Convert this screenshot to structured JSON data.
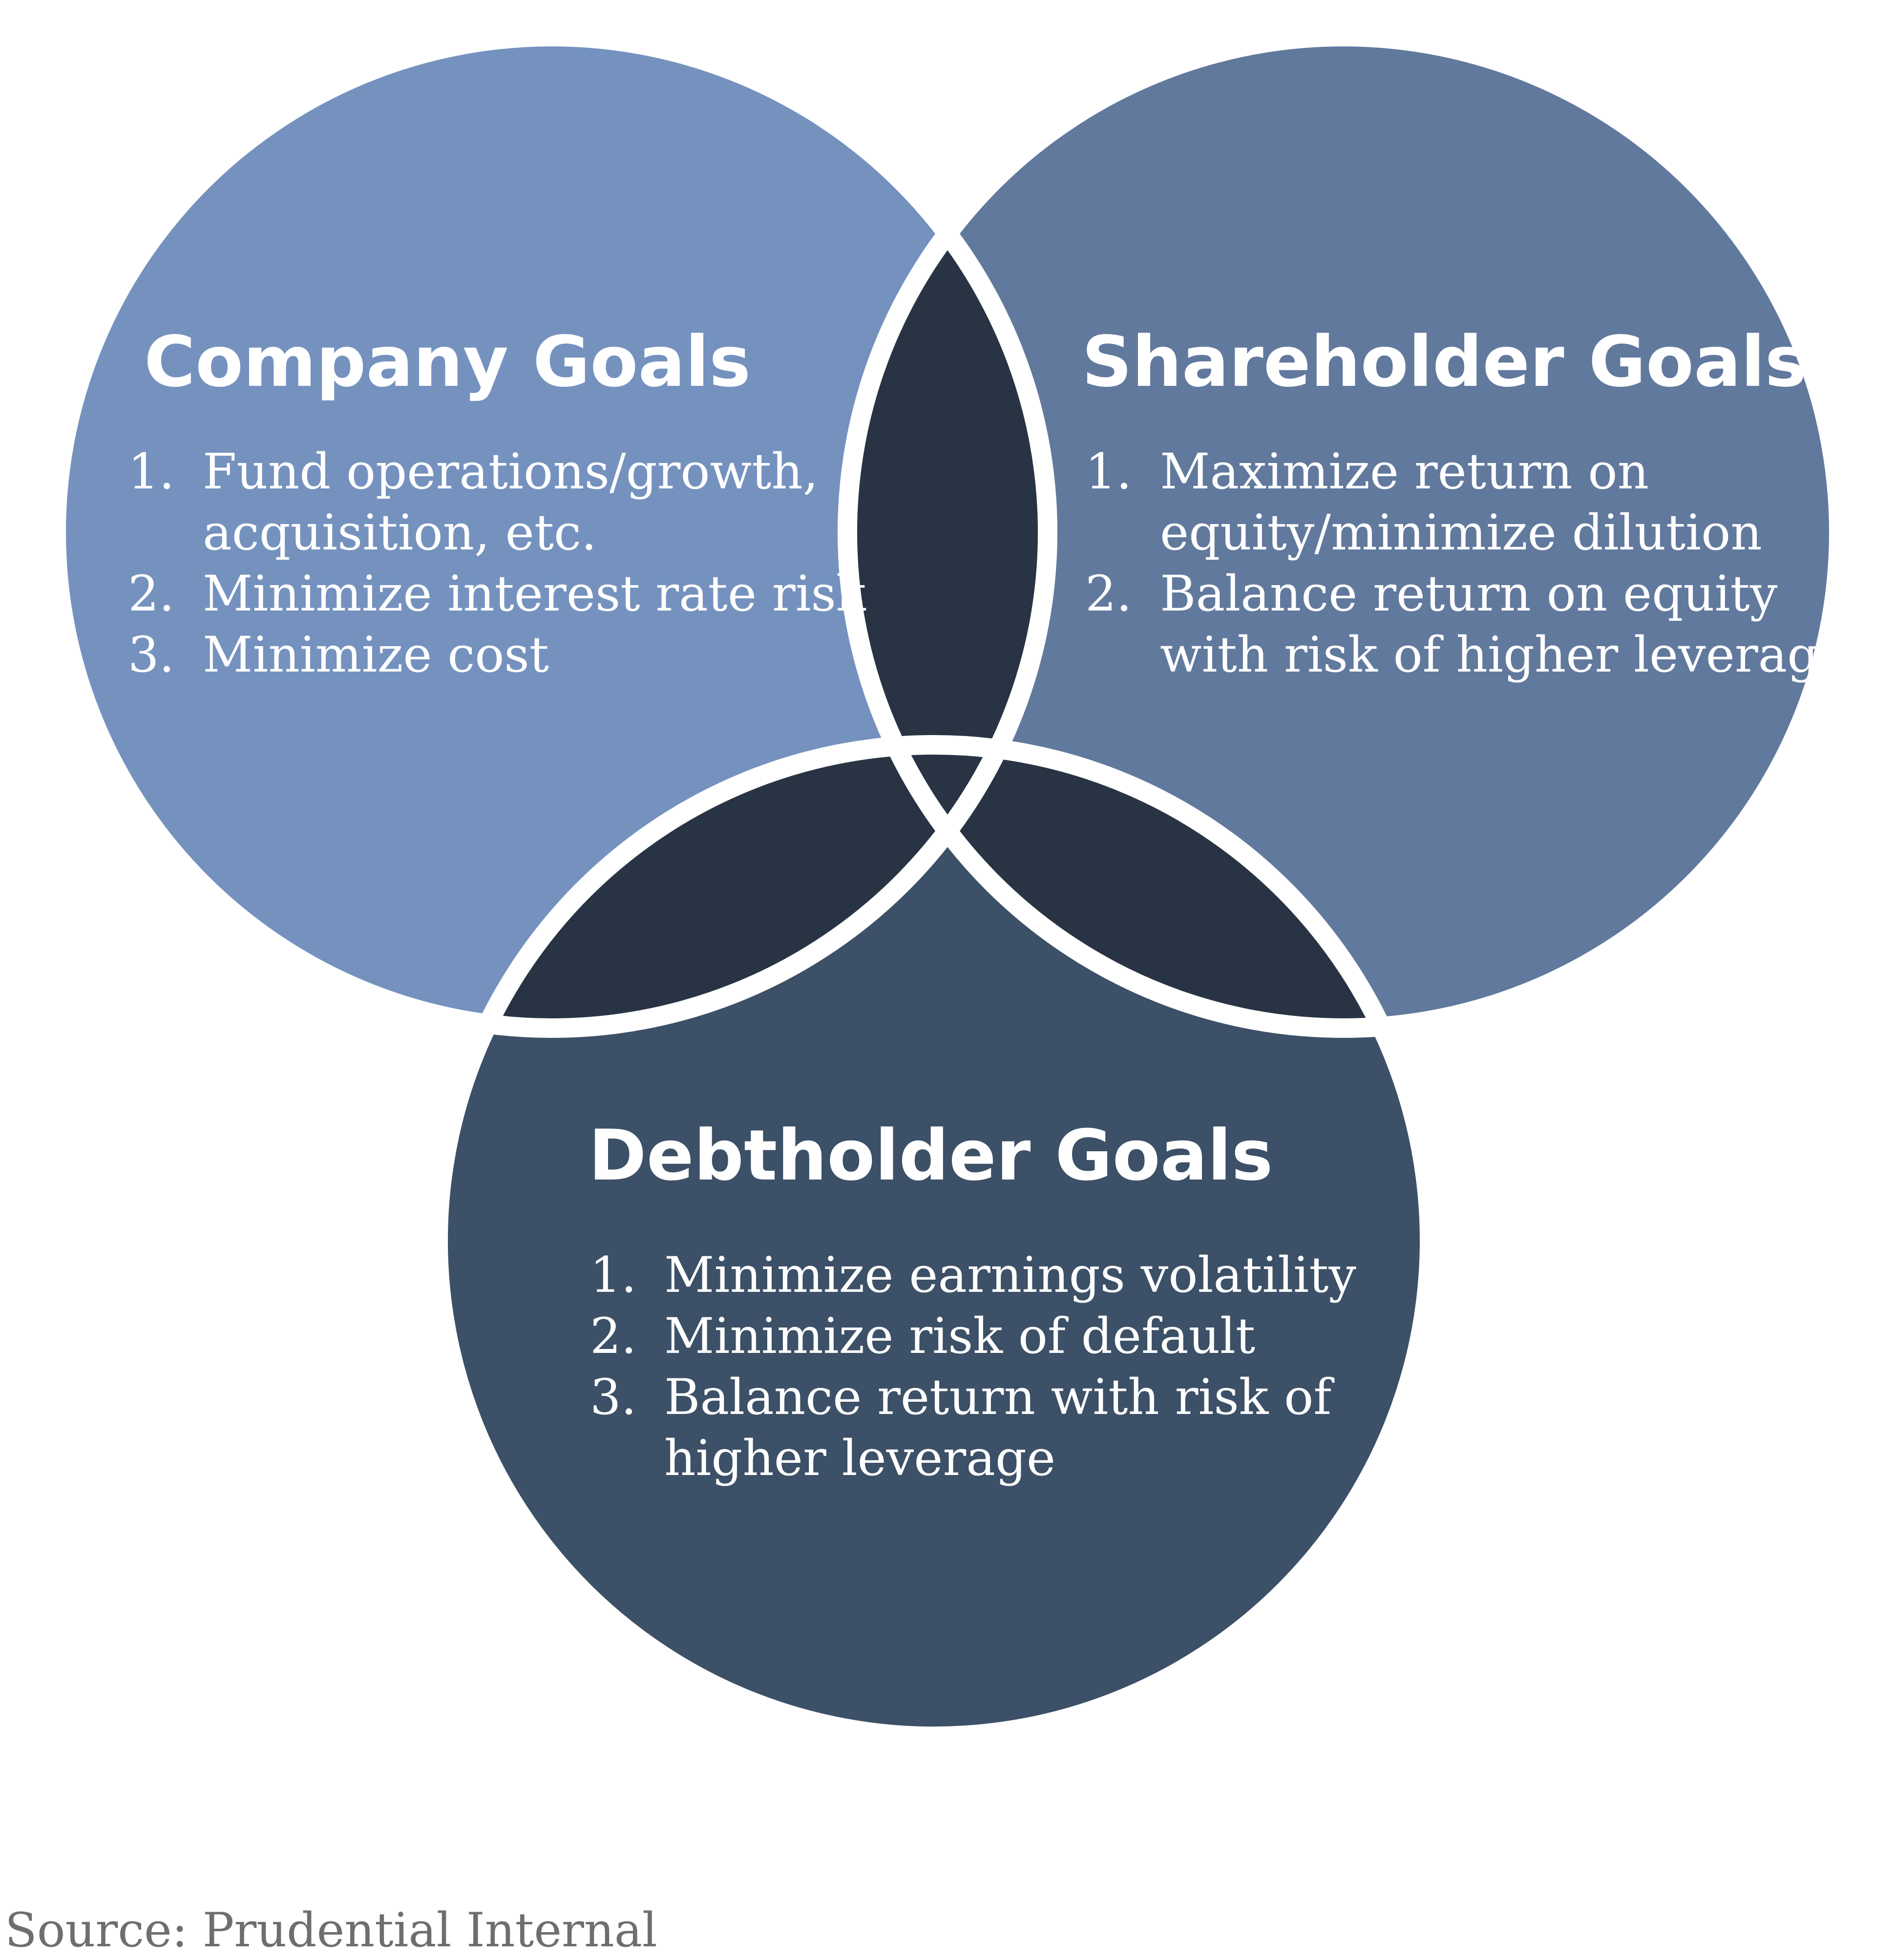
{
  "diagram": {
    "colors": {
      "company_fill": "#7592BF",
      "shareholder_fill": "#62799E",
      "debtholder_fill": "#3C5067",
      "overlap_fill": "#283444",
      "outline": "#ffffff"
    },
    "circles": [
      {
        "title": "Company Goals",
        "items": [
          {
            "num": "1.",
            "lines": [
              "Fund operations/growth,",
              "acquisition, etc."
            ]
          },
          {
            "num": "2.",
            "lines": [
              "Minimize interest rate risk"
            ]
          },
          {
            "num": "3.",
            "lines": [
              "Minimize cost"
            ]
          }
        ]
      },
      {
        "title": "Shareholder Goals",
        "items": [
          {
            "num": "1.",
            "lines": [
              "Maximize return on",
              "equity/minimize dilution"
            ]
          },
          {
            "num": "2.",
            "lines": [
              "Balance return on equity",
              "with risk of higher leverage"
            ]
          }
        ]
      },
      {
        "title": "Debtholder Goals",
        "items": [
          {
            "num": "1.",
            "lines": [
              "Minimize earnings volatility"
            ]
          },
          {
            "num": "2.",
            "lines": [
              "Minimize risk of default"
            ]
          },
          {
            "num": "3.",
            "lines": [
              "Balance return with risk of",
              "higher leverage"
            ]
          }
        ]
      }
    ],
    "source": "Source: Prudential Internal"
  }
}
